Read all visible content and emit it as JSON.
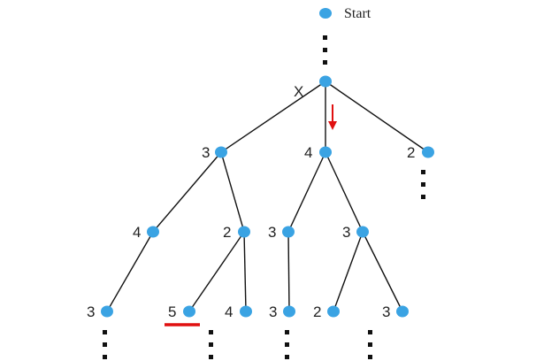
{
  "legend": {
    "label": "Start"
  },
  "root": {
    "label": "X"
  },
  "levels": [
    {
      "name": "level-1",
      "nodes": [
        {
          "id": "a",
          "label": "3"
        },
        {
          "id": "b",
          "label": "4"
        },
        {
          "id": "c",
          "label": "2"
        }
      ]
    },
    {
      "name": "level-2",
      "nodes": [
        {
          "id": "a1",
          "label": "4",
          "parent": "a"
        },
        {
          "id": "a2",
          "label": "2",
          "parent": "a"
        },
        {
          "id": "b1",
          "label": "3",
          "parent": "b"
        },
        {
          "id": "b2",
          "label": "3",
          "parent": "b"
        }
      ]
    },
    {
      "name": "level-3",
      "nodes": [
        {
          "id": "a1x",
          "label": "3",
          "parent": "a1"
        },
        {
          "id": "a2x",
          "label": "5",
          "parent": "a2"
        },
        {
          "id": "a2y",
          "label": "4",
          "parent": "a2"
        },
        {
          "id": "b1x",
          "label": "3",
          "parent": "b1"
        },
        {
          "id": "b2x",
          "label": "2",
          "parent": "b2"
        },
        {
          "id": "b2y",
          "label": "3",
          "parent": "b2"
        }
      ]
    }
  ],
  "highlight": {
    "underlined_node": "a2x",
    "arrow_on_edge": "b",
    "arrow_color": "#e01010",
    "underline_color": "#e01010"
  },
  "colors": {
    "node": "#3aa3e3",
    "edge": "#111111",
    "text": "#222222",
    "background": "#ffffff"
  }
}
